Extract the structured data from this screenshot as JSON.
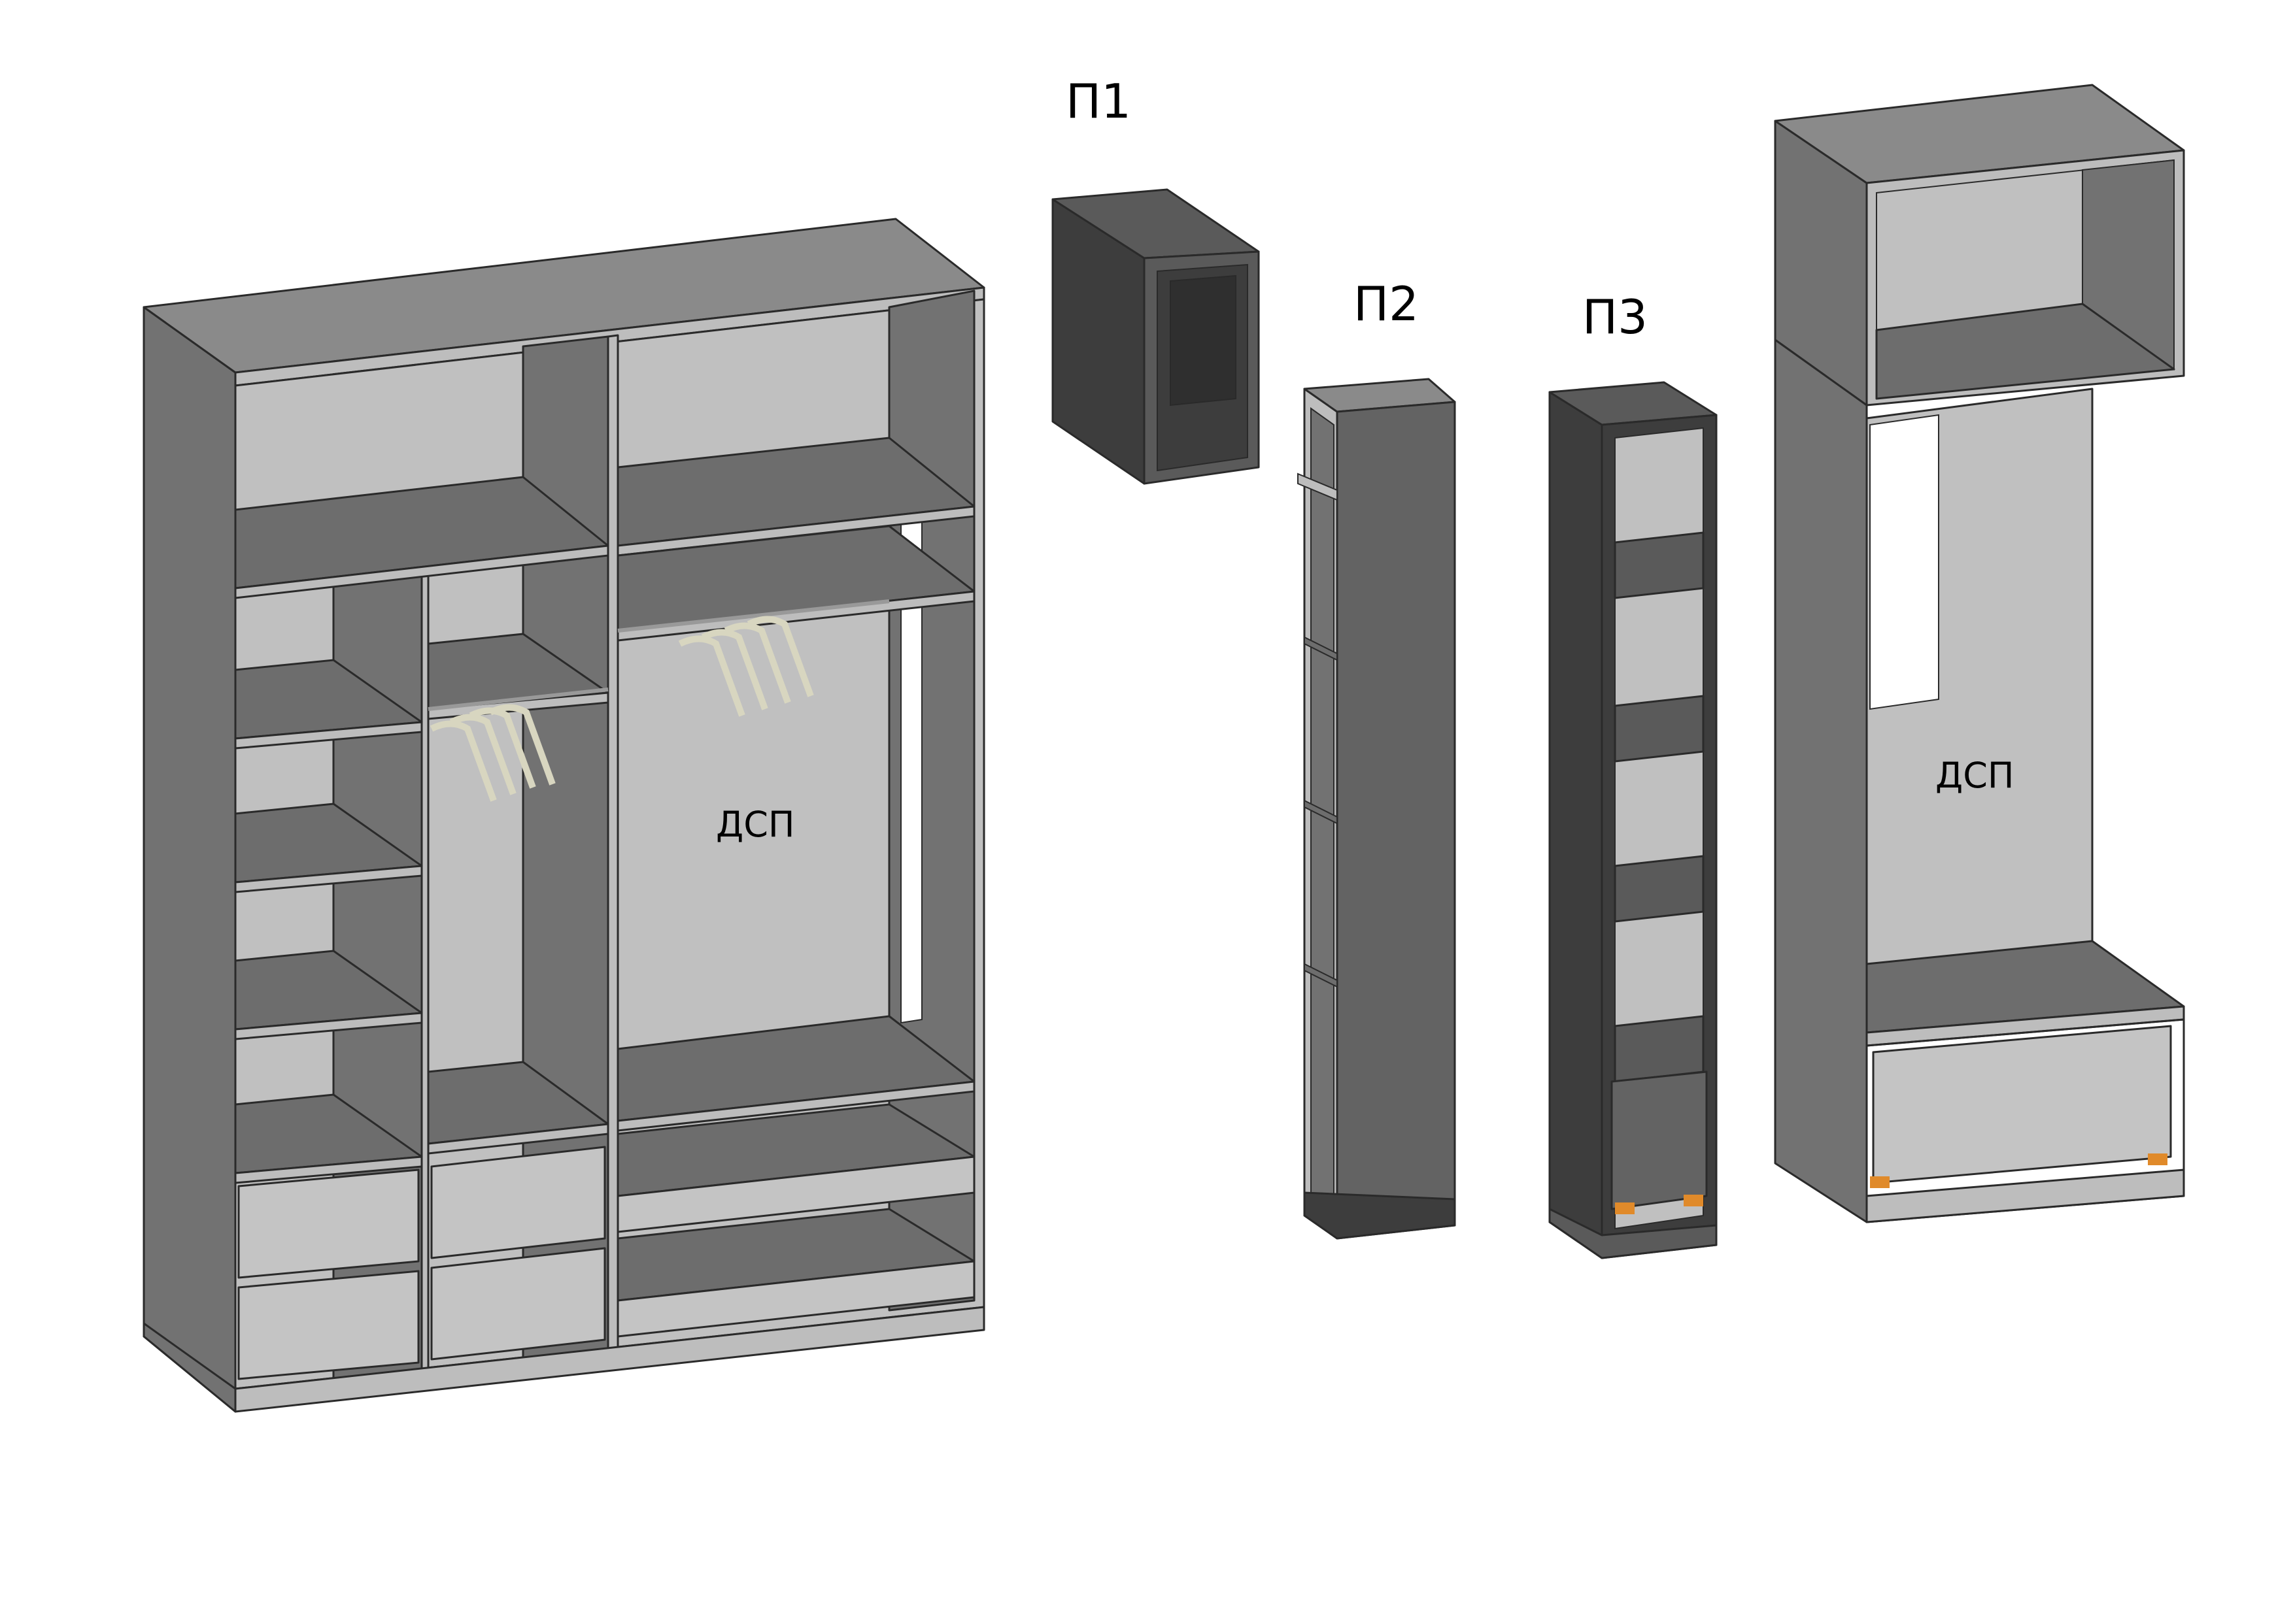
{
  "labels": {
    "p1": "П1",
    "p2": "П2",
    "p3": "П3",
    "material_main": "ДСП",
    "material_right": "ДСП"
  },
  "colors": {
    "side_face": "#727272",
    "top_face": "#8a8a8a",
    "back_panel": "#c0c0c0",
    "shelf_top": "#6d6d6d",
    "front_edge": "#bdbdbd",
    "drawer_front": "#c4c4c4",
    "dark_body": "#3d3d3d",
    "dark_side": "#5a5a5a",
    "medium_body": "#636363",
    "hardware": "#e08a2a",
    "hanger": "#d8d6c0"
  }
}
